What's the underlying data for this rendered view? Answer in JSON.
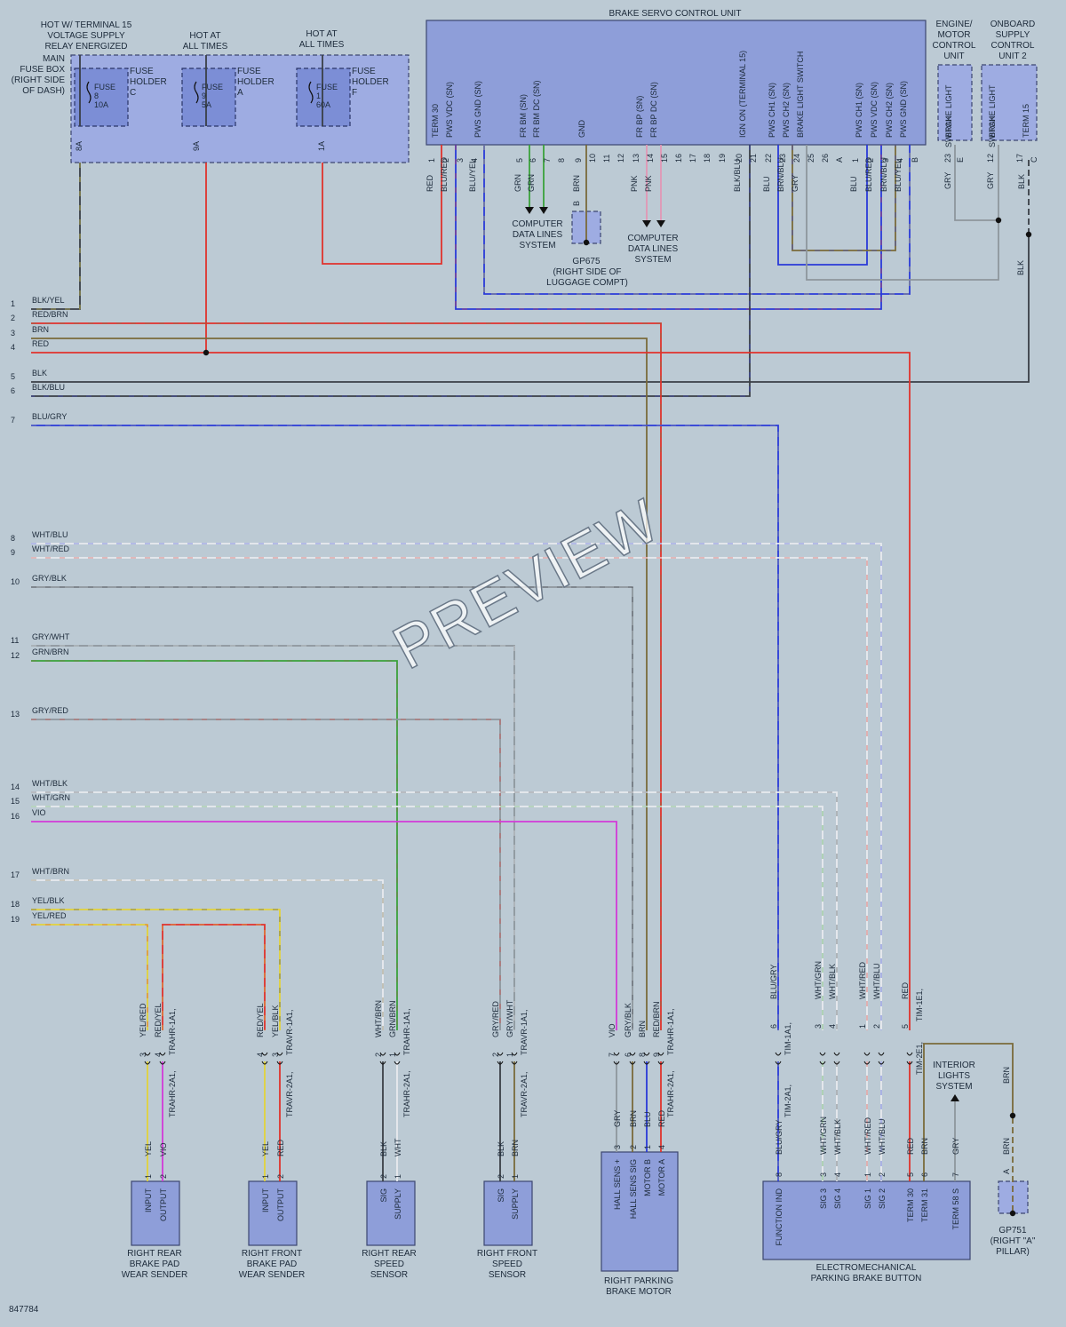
{
  "watermark": "PREVIEW",
  "diagram_id": "847784",
  "top_labels": {
    "hot_term15": [
      "HOT W/ TERMINAL 15",
      "VOLTAGE SUPPLY",
      "RELAY ENERGIZED"
    ],
    "hot_all_1": [
      "HOT AT",
      "ALL TIMES"
    ],
    "hot_all_2": [
      "HOT AT",
      "ALL TIMES"
    ],
    "main_fuse_box": [
      "MAIN",
      "FUSE BOX",
      "(RIGHT SIDE",
      "OF DASH)"
    ]
  },
  "fuses": [
    {
      "holder": [
        "FUSE",
        "HOLDER",
        "C"
      ],
      "name": [
        "FUSE",
        "8",
        "10A"
      ],
      "pin": "8A",
      "wire": "BLK/YEL"
    },
    {
      "holder": [
        "FUSE",
        "HOLDER",
        "A"
      ],
      "name": [
        "FUSE",
        "9",
        "5A"
      ],
      "pin": "9A",
      "wire": "RED"
    },
    {
      "holder": [
        "FUSE",
        "HOLDER",
        "F"
      ],
      "name": [
        "FUSE",
        "1",
        "60A"
      ],
      "pin": "1A",
      "wire": "RED"
    }
  ],
  "bscu": {
    "title": "BRAKE SERVO CONTROL UNIT",
    "pins": [
      {
        "label": "TERM 30",
        "num": "1",
        "wire": "RED"
      },
      {
        "label": "PWS VDC (SN)",
        "num": "2",
        "wire": "BLU/RED"
      },
      {
        "label": "",
        "num": "3",
        "wire": ""
      },
      {
        "label": "PWS GND (SN)",
        "num": "4",
        "wire": "BLU/YEL"
      },
      {
        "label": "FR BM (SN)",
        "num": "5",
        "wire": "GRN"
      },
      {
        "label": "FR BM DC (SN)",
        "num": "6",
        "wire": "GRN"
      },
      {
        "label": "",
        "num": "7",
        "wire": ""
      },
      {
        "label": "",
        "num": "8",
        "wire": ""
      },
      {
        "label": "GND",
        "num": "9",
        "wire": "BRN"
      },
      {
        "label": "",
        "num": "10",
        "wire": ""
      },
      {
        "label": "",
        "num": "11",
        "wire": ""
      },
      {
        "label": "",
        "num": "12",
        "wire": ""
      },
      {
        "label": "FR BP (SN)",
        "num": "13",
        "wire": "PNK"
      },
      {
        "label": "FR BP DC (SN)",
        "num": "14",
        "wire": "PNK"
      },
      {
        "label": "",
        "num": "15",
        "wire": ""
      },
      {
        "label": "",
        "num": "16",
        "wire": ""
      },
      {
        "label": "",
        "num": "17",
        "wire": ""
      },
      {
        "label": "",
        "num": "18",
        "wire": ""
      },
      {
        "label": "",
        "num": "19",
        "wire": ""
      },
      {
        "label": "IGN ON (TERMINAL 15)",
        "num": "20",
        "wire": "BLK/BLU"
      },
      {
        "label": "",
        "num": "21",
        "wire": ""
      },
      {
        "label": "PWS CH1 (SN)",
        "num": "22",
        "wire": "BLU"
      },
      {
        "label": "PWS CH2 (SN)",
        "num": "23",
        "wire": "BRN/BLU"
      },
      {
        "label": "BRAKE LIGHT SWITCH",
        "num": "24",
        "wire": "GRY"
      },
      {
        "label": "",
        "num": "25",
        "wire": ""
      },
      {
        "label": "",
        "num": "26",
        "wire": ""
      },
      {
        "label": "",
        "num": "A",
        "wire": ""
      },
      {
        "label": "PWS CH1 (SN)",
        "num": "1",
        "wire": "BLU"
      },
      {
        "label": "PWS VDC (SN)",
        "num": "2",
        "wire": "BLU/RED"
      },
      {
        "label": "PWS CH2 (SN)",
        "num": "3",
        "wire": "BRN/BLU"
      },
      {
        "label": "PWS GND (SN)",
        "num": "4",
        "wire": "BLU/YEL"
      },
      {
        "label": "",
        "num": "B",
        "wire": ""
      }
    ]
  },
  "engine_unit": {
    "title": [
      "ENGINE/",
      "MOTOR",
      "CONTROL",
      "UNIT"
    ],
    "pin_label": [
      "BRAKE LIGHT",
      "SWITCH"
    ],
    "pin": "23",
    "conn": "E",
    "wire": "GRY"
  },
  "onboard_unit": {
    "title": [
      "ONBOARD",
      "SUPPLY",
      "CONTROL",
      "UNIT 2"
    ],
    "pins": [
      {
        "label": [
          "BRAKE LIGHT",
          "SWITCH"
        ],
        "num": "12",
        "wire": "GRY"
      },
      {
        "label": [
          "TERM 15"
        ],
        "num": "17",
        "wire": "BLK"
      }
    ],
    "conn": "C"
  },
  "data_lines_1": [
    "COMPUTER",
    "DATA LINES",
    "SYSTEM"
  ],
  "data_lines_2": [
    "COMPUTER",
    "DATA LINES",
    "SYSTEM"
  ],
  "gp675": {
    "id": "GP675",
    "desc": [
      "(RIGHT SIDE OF",
      "LUGGAGE COMPT)"
    ],
    "pin": "B"
  },
  "bus": [
    {
      "n": "1",
      "wire": "BLK/YEL"
    },
    {
      "n": "2",
      "wire": "RED/BRN"
    },
    {
      "n": "3",
      "wire": "BRN"
    },
    {
      "n": "4",
      "wire": "RED"
    },
    {
      "n": "5",
      "wire": "BLK"
    },
    {
      "n": "6",
      "wire": "BLK/BLU"
    },
    {
      "n": "7",
      "wire": "BLU/GRY"
    },
    {
      "n": "8",
      "wire": "WHT/BLU"
    },
    {
      "n": "9",
      "wire": "WHT/RED"
    },
    {
      "n": "10",
      "wire": "GRY/BLK"
    },
    {
      "n": "11",
      "wire": "GRY/WHT"
    },
    {
      "n": "12",
      "wire": "GRN/BRN"
    },
    {
      "n": "13",
      "wire": "GRY/RED"
    },
    {
      "n": "14",
      "wire": "WHT/BLK"
    },
    {
      "n": "15",
      "wire": "WHT/GRN"
    },
    {
      "n": "16",
      "wire": "VIO"
    },
    {
      "n": "17",
      "wire": "WHT/BRN"
    },
    {
      "n": "18",
      "wire": "YEL/BLK"
    },
    {
      "n": "19",
      "wire": "YEL/RED"
    }
  ],
  "bottom": {
    "rr_pad": {
      "title": [
        "RIGHT REAR",
        "BRAKE PAD",
        "WEAR SENDER"
      ],
      "pins": [
        "INPUT",
        "OUTPUT"
      ],
      "up": [
        "YEL/RED",
        "RED/YEL"
      ],
      "up_nums": [
        "3",
        "4"
      ],
      "low": [
        "YEL",
        "VIO"
      ],
      "low_nums": [
        "1",
        "2"
      ],
      "conn1": "TRAHR-1A1",
      "conn2": "TRAHR-2A1"
    },
    "rf_pad": {
      "title": [
        "RIGHT FRONT",
        "BRAKE PAD",
        "WEAR SENDER"
      ],
      "pins": [
        "INPUT",
        "OUTPUT"
      ],
      "up": [
        "RED/YEL",
        "YEL/BLK"
      ],
      "up_nums": [
        "4",
        "3"
      ],
      "low": [
        "YEL",
        "RED"
      ],
      "low_nums": [
        "1",
        "2"
      ],
      "conn1": "TRAVR-1A1",
      "conn2": "TRAVR-2A1"
    },
    "rr_speed": {
      "title": [
        "RIGHT REAR",
        "SPEED",
        "SENSOR"
      ],
      "pins": [
        "SIG",
        "SUPPLY"
      ],
      "up": [
        "WHT/BRN",
        "GRN/BRN"
      ],
      "up_nums": [
        "2",
        "1"
      ],
      "low": [
        "BLK",
        "WHT"
      ],
      "low_nums": [
        "2",
        "1"
      ],
      "conn1": "TRAHR-1A1",
      "conn2": "TRAHR-2A1"
    },
    "rf_speed": {
      "title": [
        "RIGHT FRONT",
        "SPEED",
        "SENSOR"
      ],
      "pins": [
        "SIG",
        "SUPPLY"
      ],
      "up": [
        "GRY/RED",
        "GRY/WHT"
      ],
      "up_nums": [
        "2",
        "1"
      ],
      "low": [
        "BLK",
        "BRN"
      ],
      "low_nums": [
        "2",
        "1"
      ],
      "conn1": "TRAVR-1A1",
      "conn2": "TRAVR-2A1"
    },
    "motor": {
      "title": [
        "RIGHT PARKING",
        "BRAKE MOTOR"
      ],
      "pins": [
        "HALL SENS +",
        "HALL SENS SIG",
        "MOTOR B",
        "MOTOR A"
      ],
      "up": [
        "VIO",
        "GRY/BLK",
        "BRN",
        "RED/BRN"
      ],
      "up_nums": [
        "7",
        "6",
        "8",
        "9"
      ],
      "low": [
        "GRY",
        "BRN",
        "BLU",
        "RED"
      ],
      "low_nums": [
        "3",
        "2",
        "1",
        "4"
      ],
      "conn1": "TRAHR-1A1",
      "conn2": "TRAHR-2A1"
    },
    "button": {
      "title": [
        "ELECTROMECHANICAL",
        "PARKING BRAKE BUTTON"
      ],
      "pins": [
        "FUNCTION IND",
        "SIG 3",
        "SIG 4",
        "SIG 1",
        "SIG 2",
        "TERM 30",
        "TERM 31",
        "TERM 58 S"
      ],
      "pin_nums": [
        "8",
        "3",
        "4",
        "1",
        "2",
        "5",
        "6",
        "7"
      ],
      "up": [
        "BLU/GRY",
        "WHT/GRN",
        "WHT/BLK",
        "WHT/RED",
        "WHT/BLU",
        "RED"
      ],
      "up_nums": [
        "6",
        "3",
        "4",
        "1",
        "2",
        "5"
      ],
      "low": [
        "BLU/GRY",
        "WHT/GRN",
        "WHT/BLK",
        "WHT/RED",
        "WHT/BLU",
        "RED",
        "BRN",
        "GRY"
      ],
      "conn1": "TIM-1A1",
      "conn2": "TIM-2A1",
      "conn3": "TIM-1E1",
      "conn4": "TIM-2E1"
    },
    "interior": [
      "INTERIOR",
      "LIGHTS",
      "SYSTEM"
    ],
    "gp751": {
      "id": "GP751",
      "desc": [
        "(RIGHT \"A\"",
        "PILLAR)"
      ],
      "pin": "A",
      "wire": "BRN"
    }
  },
  "colors": {
    "RED": "#e0322c",
    "BRN": "#7a6a3a",
    "BLK": "#3a3f46",
    "BLU": "#2a3ad8",
    "GRN": "#3aa23a",
    "GRY": "#8e969c",
    "WHT": "#e8eaee",
    "YEL": "#e2d23a",
    "VIO": "#d23ad8",
    "PNK": "#e296b4"
  }
}
